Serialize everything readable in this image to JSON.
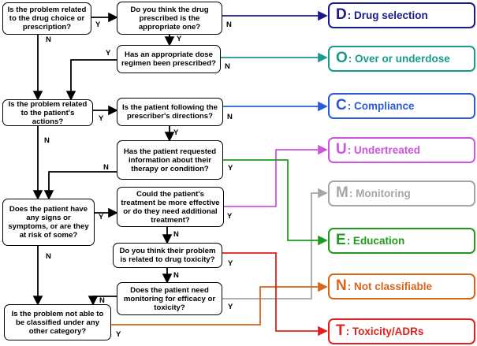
{
  "questions": {
    "q1": "Is the problem related to the drug choice or prescription?",
    "q2": "Do you think the drug prescribed is the appropriate one?",
    "q3": "Has an appropriate dose regimen been prescribed?",
    "q4": "Is the problem related to the patient's actions?",
    "q5": "Is the patient following the prescriber's directions?",
    "q6": "Has the patient requested information about their therapy or condition?",
    "q7": "Does the patient have any signs or symptoms, or are they at risk of some?",
    "q8": "Could the patient's treatment be more effective or do they need additional treatment?",
    "q9": "Do you think their problem is related to drug toxicity?",
    "q10": "Does the patient need monitoring for efficacy or toxicity?",
    "q11": "Is the problem not able to be classified under any other category?"
  },
  "categories": {
    "d": {
      "letter": "D",
      "text": ": Drug selection",
      "color": "#1a1a8c"
    },
    "o": {
      "letter": "O",
      "text": ": Over or underdose",
      "color": "#1a9a8c"
    },
    "c": {
      "letter": "C",
      "text": ": Compliance",
      "color": "#2a5bd7"
    },
    "u": {
      "letter": "U",
      "text": ": Undertreated",
      "color": "#cc55dd"
    },
    "m": {
      "letter": "M",
      "text": ": Monitoring",
      "color": "#a6a6a6"
    },
    "e": {
      "letter": "E",
      "text": ": Education",
      "color": "#1f9a1f"
    },
    "n": {
      "letter": "N",
      "text": ": Not classifiable",
      "color": "#d7661a"
    },
    "t": {
      "letter": "T",
      "text": ": Toxicity/ADRs",
      "color": "#e0201c"
    }
  },
  "edge_labels": {
    "q1_q2": "Y",
    "q1_q4": "N",
    "q2_d": "N",
    "q2_q3": "Y",
    "q3_o": "N",
    "q3_q4": "Y",
    "q4_q5": "Y",
    "q4_q7": "N",
    "q5_c": "N",
    "q5_q6": "Y",
    "q6_e": "Y",
    "q6_q7": "N",
    "q7_q8": "Y",
    "q7_q11": "N",
    "q8_u": "Y",
    "q8_q9": "N",
    "q9_t": "Y",
    "q9_q10": "N",
    "q10_m": "Y",
    "q10_q11": "N",
    "q11_n": "Y"
  }
}
